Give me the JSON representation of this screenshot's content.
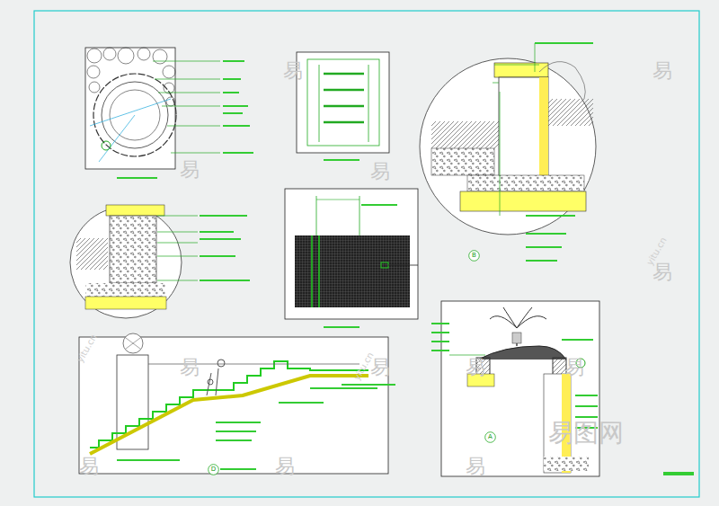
{
  "diagram": {
    "nodes": [
      {
        "text": [
          "B"
        ]
      },
      {
        "text": [
          "A"
        ]
      },
      {
        "text": [
          "D"
        ]
      }
    ],
    "labels": [
      "易",
      "易",
      "易",
      "易",
      "易",
      "易",
      "易",
      "易",
      "易",
      "易",
      "易",
      "易",
      "yitu.cn",
      "yitu.cn",
      "yitu.cn",
      "易图网"
    ]
  }
}
